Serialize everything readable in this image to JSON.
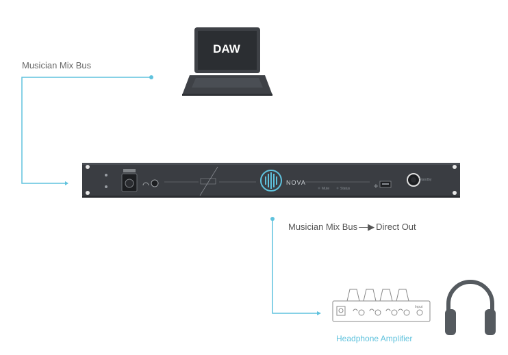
{
  "labels": {
    "musician_mix_bus": "Musician Mix Bus",
    "direct_out_prefix": "Musician Mix Bus",
    "direct_out_arrow": "—▶",
    "direct_out_suffix": "Direct Out",
    "headphone_amplifier": "Headphone Amplifier"
  },
  "laptop": {
    "screen_text": "DAW"
  },
  "rack": {
    "device_name": "NOVA",
    "led_mute": "Mute",
    "led_status": "Status",
    "standby": "Standby"
  },
  "amplifier": {
    "input_label": "Input"
  },
  "icons": [
    "laptop-icon",
    "rack-unit-icon",
    "headphone-amplifier-icon",
    "headphones-icon",
    "nova-logo-icon",
    "usb-icon",
    "headphone-jack-icon"
  ],
  "colors": {
    "line": "#5fc2dd",
    "rack_body": "#3a3d42",
    "laptop_body": "#3e4146",
    "headphones": "#555a5f",
    "amp_outline": "#888888"
  }
}
